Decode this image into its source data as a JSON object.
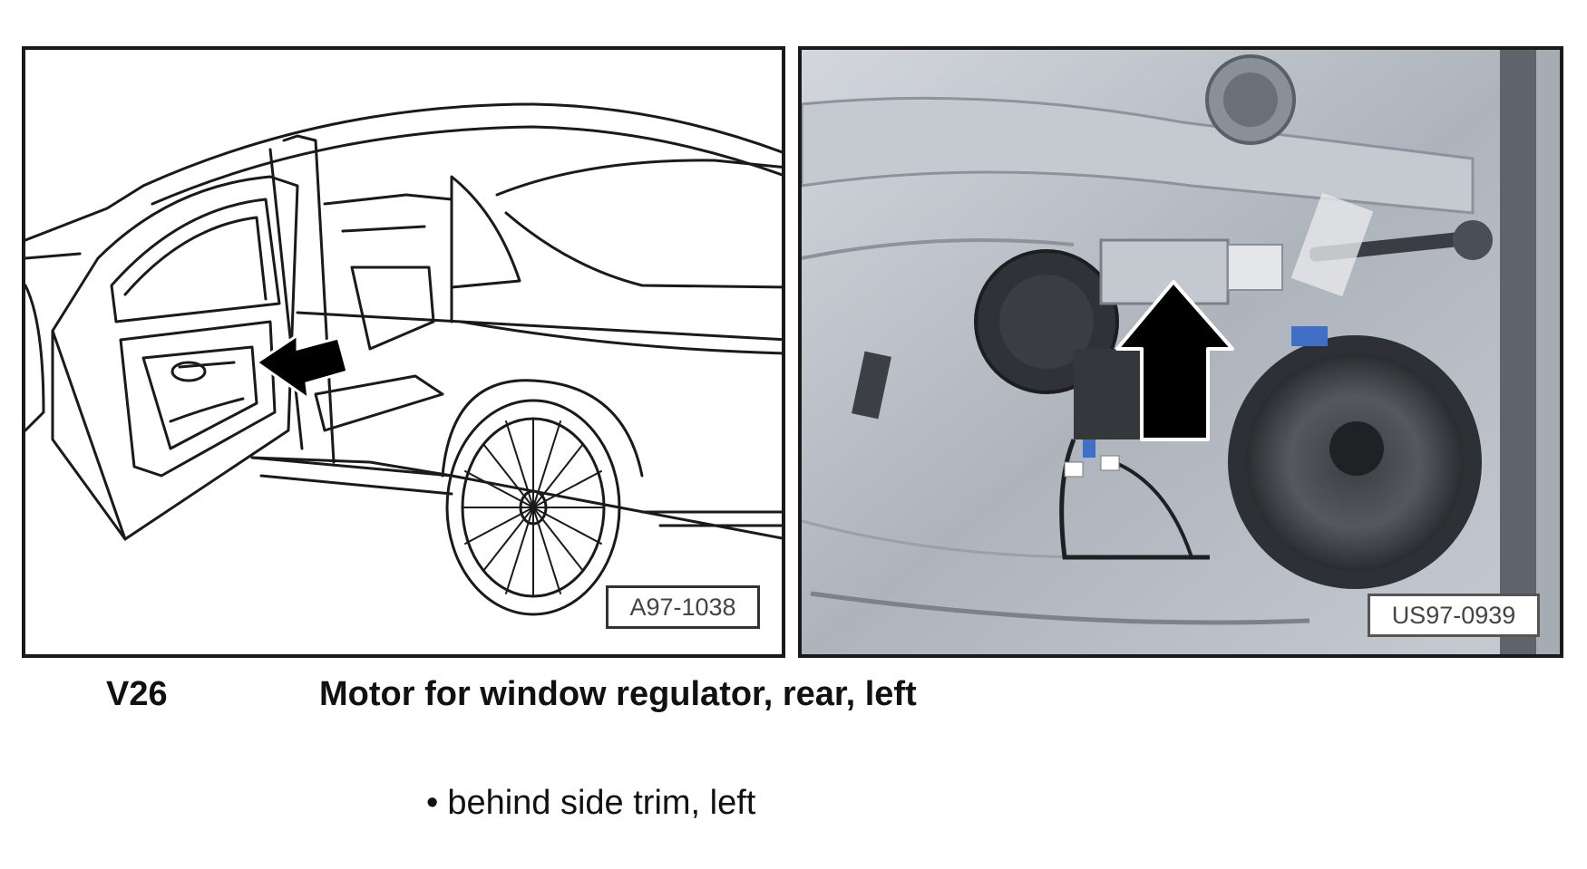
{
  "figures": {
    "left": {
      "label": "A97-1038",
      "arrow-icon": "left-pointing-arrow"
    },
    "right": {
      "label": "US97-0939",
      "arrow-icon": "up-pointing-arrow"
    }
  },
  "component": {
    "code": "V26",
    "description": "Motor for window regulator, rear, left"
  },
  "location": {
    "bullet": "•",
    "text": "behind side trim, left"
  },
  "colors": {
    "line": "#1a1a1a",
    "metal": "#b7bcc4",
    "arrow": "#000000"
  }
}
